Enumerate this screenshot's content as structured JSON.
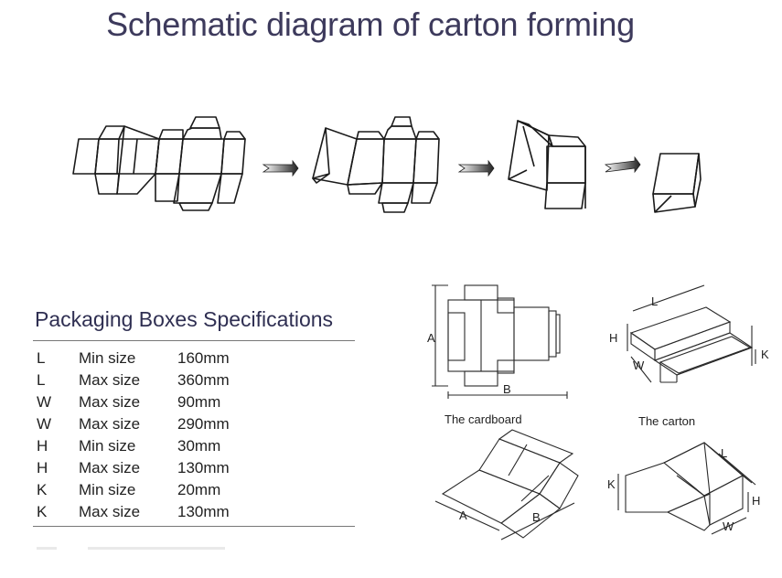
{
  "title": "Schematic diagram of carton forming",
  "specs": {
    "heading": "Packaging Boxes Specifications",
    "rows": [
      {
        "dim": "L",
        "kind": "Min size",
        "value": "160mm"
      },
      {
        "dim": "L",
        "kind": "Max size",
        "value": "360mm"
      },
      {
        "dim": "W",
        "kind": "Max size",
        "value": "90mm"
      },
      {
        "dim": "W",
        "kind": "Max size",
        "value": "290mm"
      },
      {
        "dim": "H",
        "kind": "Min size",
        "value": "30mm"
      },
      {
        "dim": "H",
        "kind": "Max size",
        "value": "130mm"
      },
      {
        "dim": "K",
        "kind": "Min size",
        "value": "20mm"
      },
      {
        "dim": "K",
        "kind": "Max size",
        "value": "130mm"
      }
    ]
  },
  "captions": {
    "cardboard": "The cardboard",
    "carton": "The carton"
  },
  "dim_labels": {
    "A": "A",
    "B": "B",
    "L": "L",
    "W": "W",
    "H": "H",
    "K": "K"
  }
}
